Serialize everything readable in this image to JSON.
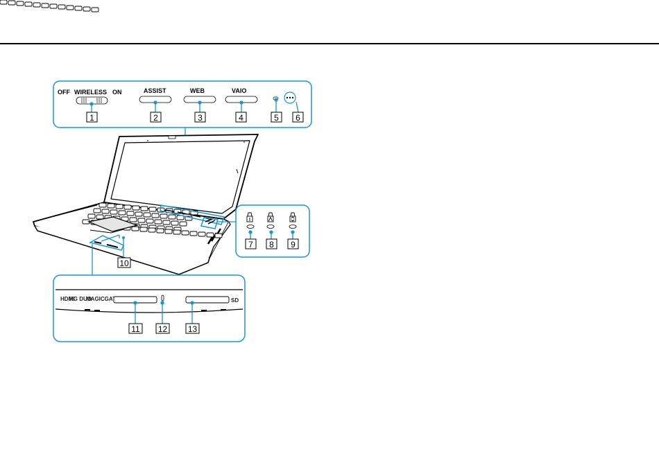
{
  "top_panel": {
    "off": "OFF",
    "wireless": "WIRELESS",
    "on": "ON",
    "assist": "ASSIST",
    "web": "WEB",
    "vaio": "VAIO"
  },
  "callouts": [
    "1",
    "2",
    "3",
    "4",
    "5",
    "6",
    "7",
    "8",
    "9",
    "10",
    "11",
    "12",
    "13"
  ],
  "front_panel": {
    "hdmi_logo": "HDMI",
    "hg_duo": "HG DUO",
    "magicgate": "MAGICGATE",
    "sd": "SD"
  },
  "colors": {
    "callout_line": "#1a95cf",
    "panel_border": "#1a95cf"
  }
}
